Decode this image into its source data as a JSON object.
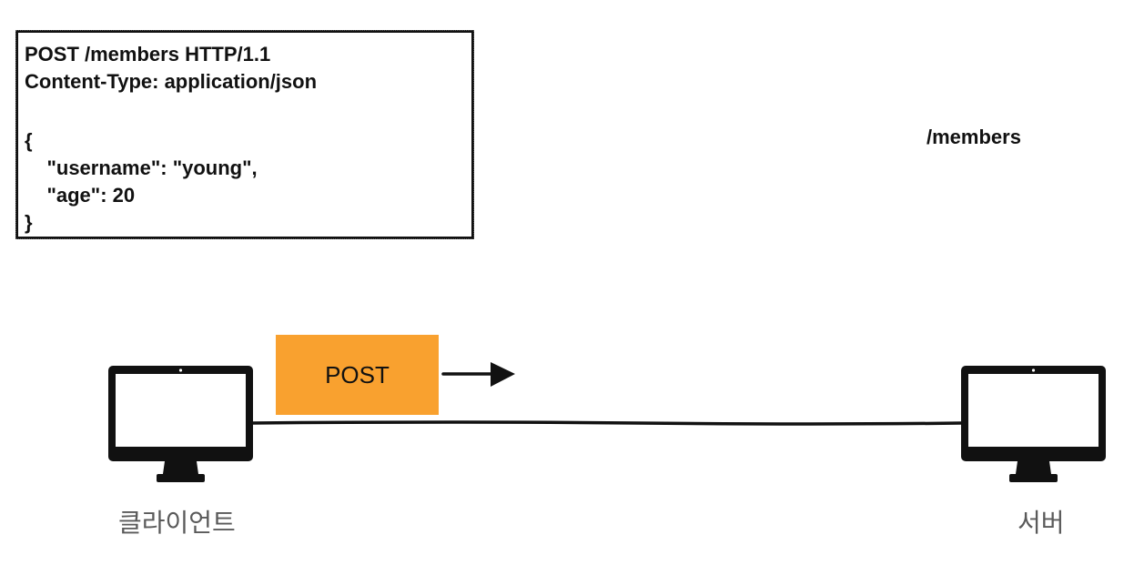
{
  "request": {
    "lines": [
      "POST /members HTTP/1.1",
      "Content-Type: application/json",
      "",
      "{",
      "    \"username\": \"young\",",
      "    \"age\": 20",
      "}"
    ]
  },
  "server_path": "/members",
  "client": {
    "label": "클라이언트",
    "icon": "monitor-icon"
  },
  "server": {
    "label": "서버",
    "icon": "monitor-icon"
  },
  "method_badge": {
    "label": "POST",
    "color": "#f9a12f"
  },
  "arrow": {
    "icon": "arrow-right-icon"
  }
}
